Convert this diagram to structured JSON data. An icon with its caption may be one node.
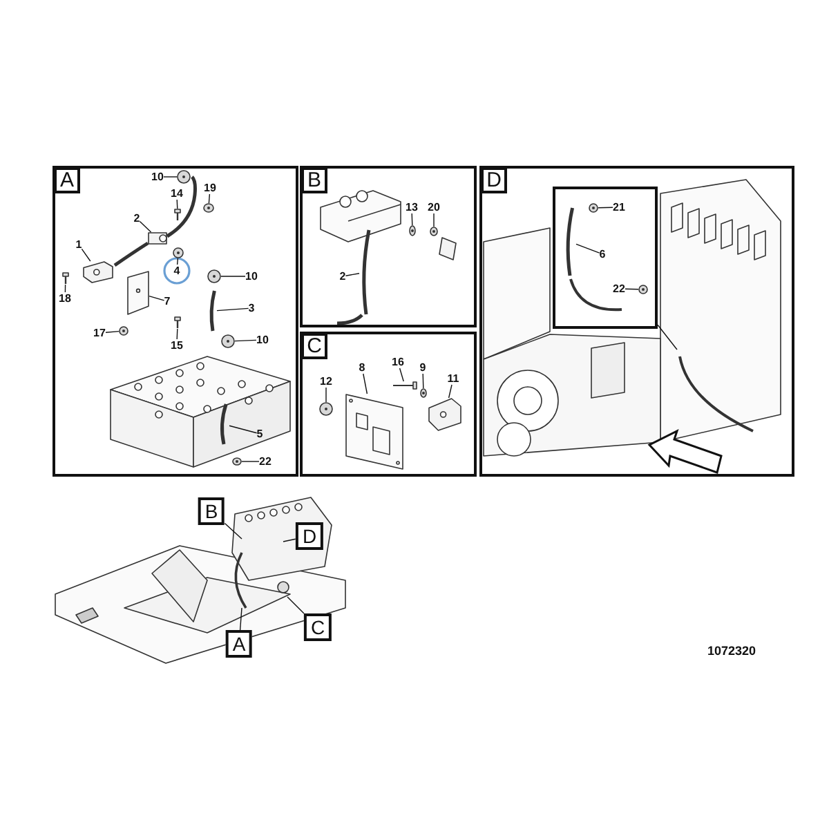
{
  "diagram": {
    "nodes": [
      {
        "text": [
          "A"
        ]
      },
      {
        "text": [
          "10"
        ],
        "in": 0
      },
      {
        "text": [
          "19"
        ],
        "in": 0
      },
      {
        "text": [
          "14"
        ],
        "in": 0
      },
      {
        "text": [
          "2"
        ],
        "in": 0
      },
      {
        "text": [
          "1"
        ],
        "in": 0
      },
      {
        "text": [
          "4"
        ],
        "in": 0
      },
      {
        "text": [
          "18"
        ],
        "in": 0
      },
      {
        "text": [
          "7"
        ],
        "in": 0
      },
      {
        "text": [
          "17"
        ],
        "in": 0
      },
      {
        "text": [
          "15"
        ],
        "in": 0
      },
      {
        "text": [
          "10"
        ],
        "in": 0
      },
      {
        "text": [
          "3"
        ],
        "in": 0
      },
      {
        "text": [
          "10"
        ],
        "in": 0
      },
      {
        "text": [
          "5"
        ],
        "in": 0
      },
      {
        "text": [
          "22"
        ],
        "in": 0
      },
      {
        "text": [
          "B"
        ]
      },
      {
        "text": [
          "13"
        ],
        "in": 16
      },
      {
        "text": [
          "20"
        ],
        "in": 16
      },
      {
        "text": [
          "2"
        ],
        "in": 16
      },
      {
        "text": [
          "C"
        ]
      },
      {
        "text": [
          "12"
        ],
        "in": 20
      },
      {
        "text": [
          "8"
        ],
        "in": 20
      },
      {
        "text": [
          "16"
        ],
        "in": 20
      },
      {
        "text": [
          "9"
        ],
        "in": 20
      },
      {
        "text": [
          "11"
        ],
        "in": 20
      },
      {
        "text": [
          "D"
        ]
      },
      {
        "text": [],
        "shape": "box",
        "in": 26
      },
      {
        "text": [
          "21"
        ],
        "in": 27
      },
      {
        "text": [
          "6"
        ],
        "in": 27
      },
      {
        "text": [
          "22"
        ],
        "in": 27
      },
      {
        "text": [
          "B"
        ]
      },
      {
        "text": [
          "D"
        ]
      },
      {
        "text": [
          "C"
        ]
      },
      {
        "text": [
          "A"
        ]
      },
      {
        "text": [],
        "shape": "picture",
        "in": 0
      },
      {
        "text": [],
        "shape": "picture",
        "in": 0
      },
      {
        "text": [],
        "shape": "circle",
        "in": 0
      },
      {
        "text": [],
        "shape": "picture",
        "in": 0
      },
      {
        "text": [],
        "shape": "picture",
        "in": 0
      },
      {
        "text": [],
        "shape": "circle",
        "in": 0
      },
      {
        "text": [],
        "shape": "picture",
        "in": 0
      },
      {
        "text": [],
        "shape": "picture",
        "in": 0
      },
      {
        "text": [],
        "shape": "circle",
        "in": 0
      },
      {
        "text": [],
        "shape": "circle",
        "in": 0
      },
      {
        "text": [],
        "shape": "circle",
        "in": 0
      },
      {
        "text": [],
        "shape": "picture",
        "in": 0
      },
      {
        "text": [],
        "shape": "picture",
        "in": 0
      },
      {
        "text": [],
        "shape": "circle",
        "in": 0
      },
      {
        "text": [],
        "shape": "circle",
        "in": 0
      },
      {
        "text": [],
        "shape": "picture",
        "in": 16
      },
      {
        "text": [],
        "shape": "circle",
        "in": 16
      },
      {
        "text": [],
        "shape": "circle",
        "in": 16
      },
      {
        "text": [],
        "shape": "circle",
        "in": 20
      },
      {
        "text": [],
        "shape": "picture",
        "in": 20
      },
      {
        "text": [],
        "shape": "picture",
        "in": 20
      },
      {
        "text": [],
        "shape": "circle",
        "in": 20
      },
      {
        "text": [],
        "shape": "picture",
        "in": 20
      },
      {
        "text": [],
        "shape": "picture",
        "in": 27
      },
      {
        "text": [],
        "shape": "circle",
        "in": 27
      },
      {
        "text": [],
        "shape": "circle",
        "in": 27
      }
    ],
    "edges": [
      {
        "from": 1,
        "to": 43,
        "arrow": "none"
      },
      {
        "from": 2,
        "to": 44,
        "arrow": "none"
      },
      {
        "from": 3,
        "to": 41,
        "arrow": "none"
      },
      {
        "from": 4,
        "to": 39,
        "arrow": "none"
      },
      {
        "from": 5,
        "to": 36,
        "arrow": "none"
      },
      {
        "from": 6,
        "to": 40,
        "arrow": "none"
      },
      {
        "from": 7,
        "to": 35,
        "arrow": "none"
      },
      {
        "from": 8,
        "to": 38,
        "arrow": "none"
      },
      {
        "from": 9,
        "to": 37,
        "arrow": "none"
      },
      {
        "from": 10,
        "to": 42,
        "arrow": "none"
      },
      {
        "from": 11,
        "to": 45,
        "arrow": "none"
      },
      {
        "from": 12,
        "to": 46,
        "arrow": "none"
      },
      {
        "from": 13,
        "to": 48,
        "arrow": "none"
      },
      {
        "from": 14,
        "to": 47,
        "arrow": "none"
      },
      {
        "from": 15,
        "to": 49,
        "arrow": "none"
      },
      {
        "from": 17,
        "to": 51,
        "arrow": "none"
      },
      {
        "from": 18,
        "to": 52,
        "arrow": "none"
      },
      {
        "from": 19,
        "to": 50,
        "arrow": "none"
      },
      {
        "from": 21,
        "to": 53,
        "arrow": "none"
      },
      {
        "from": 22,
        "to": 54,
        "arrow": "none"
      },
      {
        "from": 23,
        "to": 55,
        "arrow": "none"
      },
      {
        "from": 24,
        "to": 56,
        "arrow": "none"
      },
      {
        "from": 25,
        "to": 57,
        "arrow": "none"
      },
      {
        "from": 27,
        "to": null,
        "arrow": "none"
      },
      {
        "from": 28,
        "to": 59,
        "arrow": "none"
      },
      {
        "from": 29,
        "to": 58,
        "arrow": "none"
      },
      {
        "from": 30,
        "to": 60,
        "arrow": "none"
      },
      {
        "from": 31,
        "to": null,
        "arrow": "none"
      },
      {
        "from": 32,
        "to": null,
        "arrow": "none"
      },
      {
        "from": 33,
        "to": null,
        "arrow": "none"
      },
      {
        "from": 34,
        "to": null,
        "arrow": "none"
      }
    ],
    "labels": [
      "1072320"
    ]
  }
}
